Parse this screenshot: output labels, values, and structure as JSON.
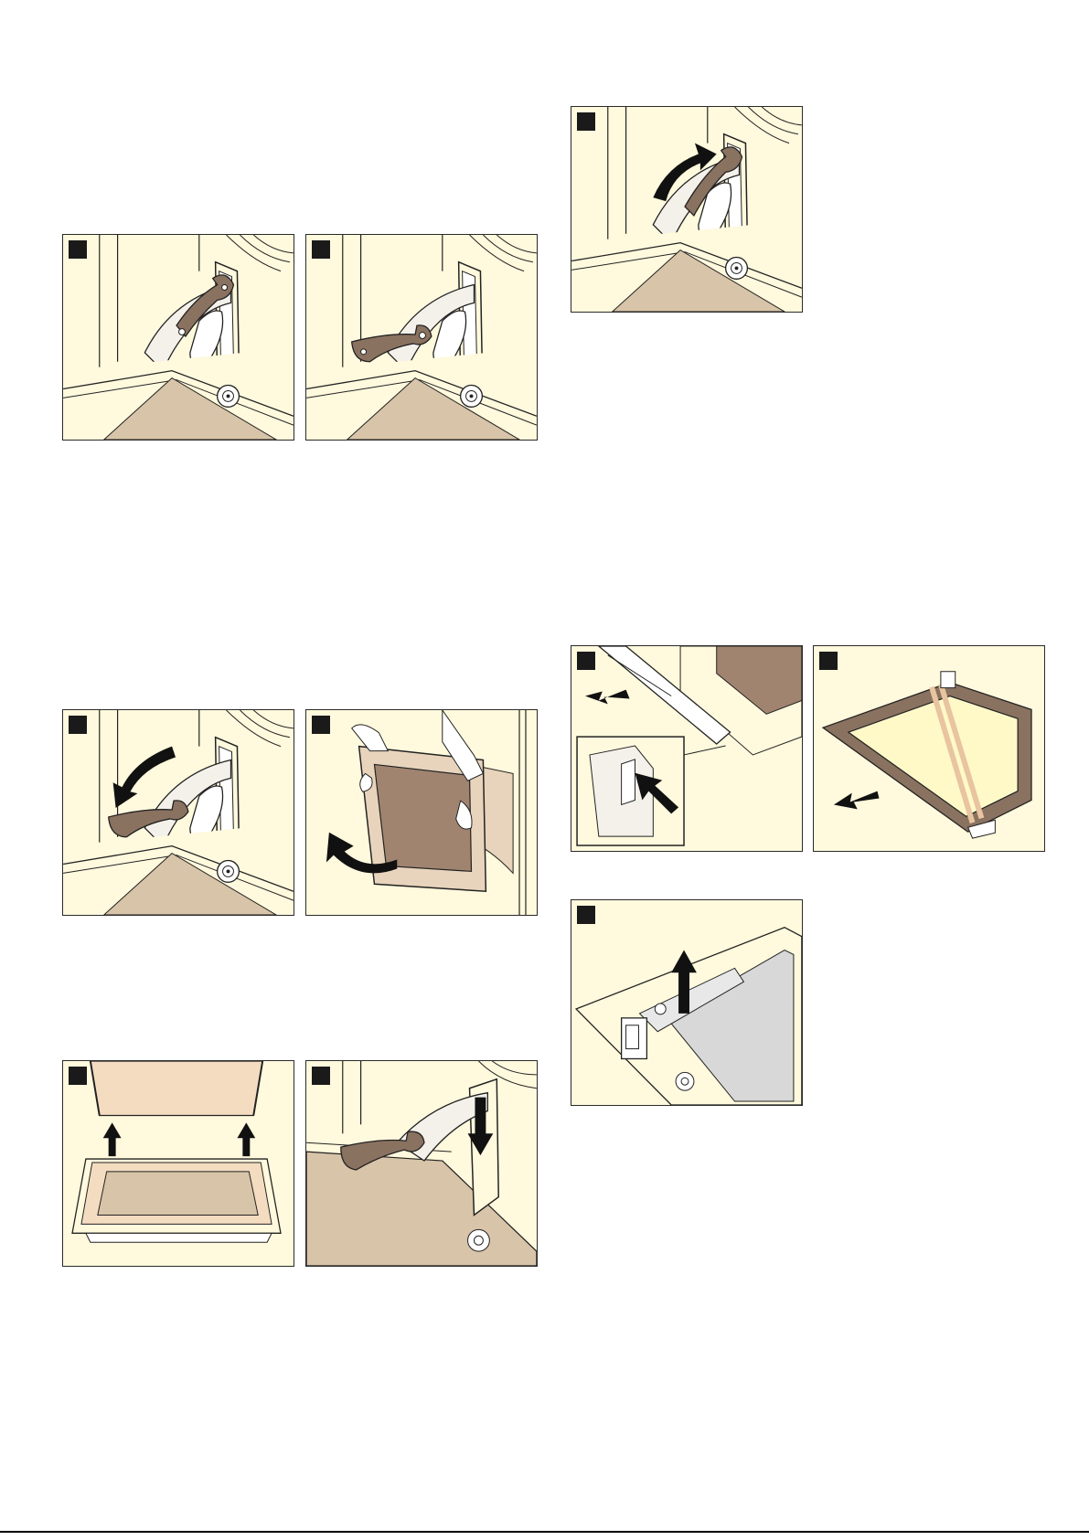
{
  "page": {
    "title": "",
    "panel_color": "#fff9dd",
    "beige_floor_color": "#d8c4a8",
    "hinge_lever_color": "#8a7260",
    "border_color": "#2a2a2a"
  },
  "figures": [
    {
      "id": "fig-hinge-lever-up",
      "icon": "hinge-lever-up-icon"
    },
    {
      "id": "fig-hinge-lever-down",
      "icon": "hinge-lever-down-icon"
    },
    {
      "id": "fig-hinge-lever-rotate-up",
      "icon": "hinge-lever-rotate-up-icon"
    },
    {
      "id": "fig-hinge-lever-rotate-down",
      "icon": "hinge-lever-rotate-down-icon"
    },
    {
      "id": "fig-remove-door",
      "icon": "remove-door-icon"
    },
    {
      "id": "fig-glass-clip-release",
      "icon": "glass-clip-release-icon"
    },
    {
      "id": "fig-glass-pane-remove",
      "icon": "glass-pane-remove-icon"
    },
    {
      "id": "fig-hinge-pull-up",
      "icon": "hinge-pull-up-icon"
    },
    {
      "id": "fig-door-refit",
      "icon": "door-refit-icon"
    },
    {
      "id": "fig-hinge-push-down",
      "icon": "hinge-push-down-icon"
    }
  ]
}
